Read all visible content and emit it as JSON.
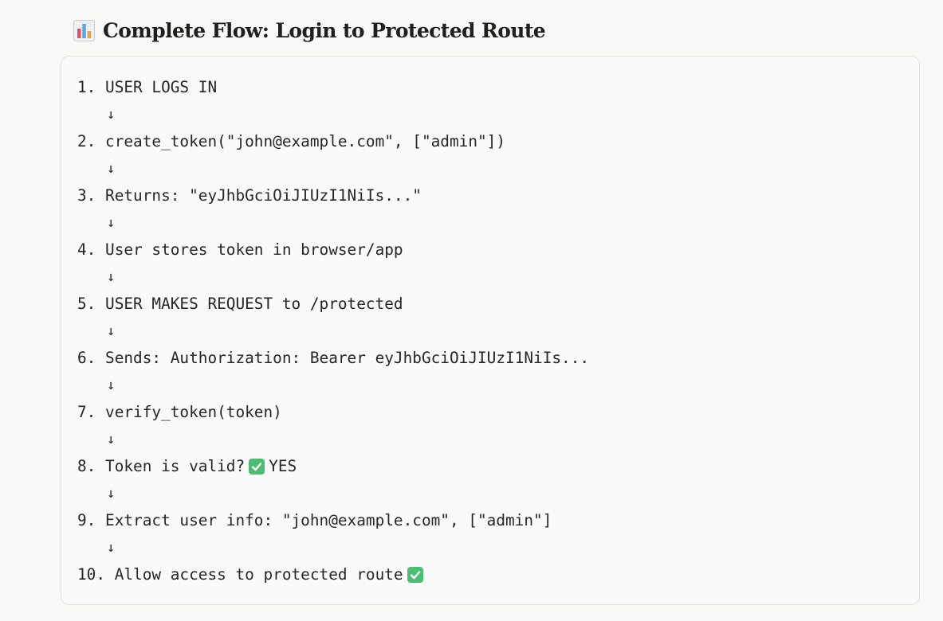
{
  "heading": {
    "icon": "bar-chart-icon",
    "title": "Complete Flow: Login to Protected Route"
  },
  "flow": {
    "arrow": "↓",
    "steps": [
      {
        "text": "1. USER LOGS IN",
        "suffix": ""
      },
      {
        "text": "2. create_token(\"john@example.com\", [\"admin\"])",
        "suffix": ""
      },
      {
        "text": "3. Returns: \"eyJhbGciOiJIUzI1NiIs...\"",
        "suffix": ""
      },
      {
        "text": "4. User stores token in browser/app",
        "suffix": ""
      },
      {
        "text": "5. USER MAKES REQUEST to /protected",
        "suffix": ""
      },
      {
        "text": "6. Sends: Authorization: Bearer eyJhbGciOiJIUzI1NiIs...",
        "suffix": ""
      },
      {
        "text": "7. verify_token(token)",
        "suffix": ""
      },
      {
        "text": "8. Token is valid?",
        "suffix": "YES"
      },
      {
        "text": "9. Extract user info: \"john@example.com\", [\"admin\"]",
        "suffix": ""
      },
      {
        "text": "10. Allow access to protected route",
        "suffix": ""
      }
    ]
  },
  "icons": {
    "check": "check-mark-icon"
  },
  "colors": {
    "check_green": "#4cbe73",
    "chart_bars": [
      "#e94b6a",
      "#f2a33a",
      "#5aa9e6"
    ]
  }
}
